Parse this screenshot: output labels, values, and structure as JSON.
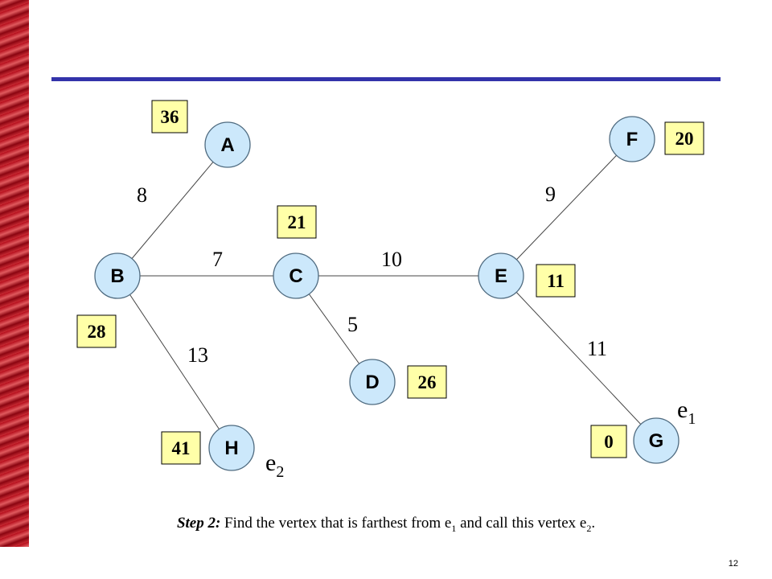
{
  "nodes": [
    {
      "id": "A",
      "label": "A"
    },
    {
      "id": "B",
      "label": "B"
    },
    {
      "id": "C",
      "label": "C"
    },
    {
      "id": "D",
      "label": "D"
    },
    {
      "id": "E",
      "label": "E"
    },
    {
      "id": "F",
      "label": "F"
    },
    {
      "id": "G",
      "label": "G"
    },
    {
      "id": "H",
      "label": "H"
    }
  ],
  "edges": [
    {
      "from": "B",
      "to": "A",
      "weight": "8"
    },
    {
      "from": "B",
      "to": "C",
      "weight": "7"
    },
    {
      "from": "B",
      "to": "H",
      "weight": "13"
    },
    {
      "from": "C",
      "to": "E",
      "weight": "10"
    },
    {
      "from": "C",
      "to": "D",
      "weight": "5"
    },
    {
      "from": "E",
      "to": "F",
      "weight": "9"
    },
    {
      "from": "E",
      "to": "G",
      "weight": "11"
    }
  ],
  "distances": {
    "A": "36",
    "B": "28",
    "C": "21",
    "D": "26",
    "E": "11",
    "F": "20",
    "G": "0",
    "H": "41"
  },
  "endpoint_labels": {
    "e1": {
      "letter": "e",
      "sub": "1"
    },
    "e2": {
      "letter": "e",
      "sub": "2"
    }
  },
  "caption": {
    "step": "Step 2:",
    "text_part1": " Find the vertex that is farthest from e",
    "sub1": "1",
    "text_part2": " and call this vertex e",
    "sub2": "2",
    "text_part3": "."
  },
  "page_number": "12",
  "colors": {
    "node_fill": "#cce8fb",
    "distance_fill": "#ffffa8",
    "rule": "#3333aa",
    "left_strip": "#b40c1a"
  }
}
